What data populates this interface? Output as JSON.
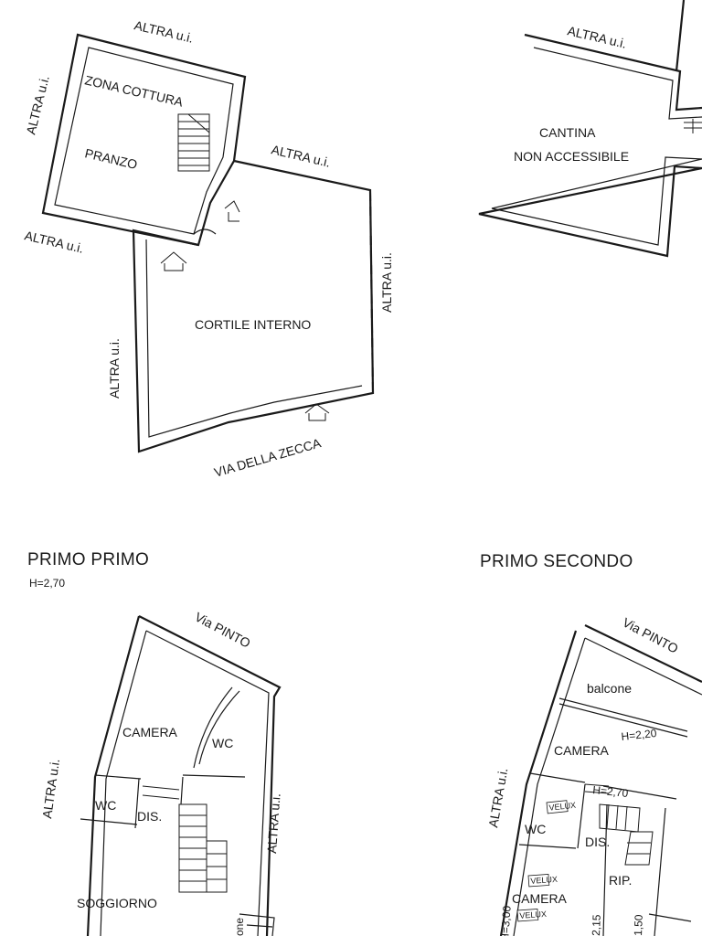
{
  "neighbor_label": "ALTRA u.i.",
  "plans": {
    "ground_left": {
      "rooms": [
        "ZONA COTTURA",
        "PRANZO",
        "CORTILE INTERNO"
      ],
      "street": "VIA DELLA ZECCA"
    },
    "ground_right": {
      "rooms": [
        "CANTINA",
        "NON ACCESSIBILE"
      ]
    },
    "primo_primo": {
      "title": "PRIMO PRIMO",
      "height": "H=2,70",
      "street": "Via PINTO",
      "rooms": [
        "CAMERA",
        "WC",
        "WC",
        "DIS.",
        "SOGGIORNO"
      ],
      "partial_label": "one"
    },
    "primo_secondo": {
      "title": "PRIMO SECONDO",
      "street": "Via PINTO",
      "rooms": [
        "balcone",
        "CAMERA",
        "WC",
        "DIS.",
        "RIP.",
        "CAMERA"
      ],
      "heights": [
        "H=2,20",
        "H=2,70",
        "H=3,00"
      ],
      "dims": [
        "2,15",
        "1,50"
      ],
      "window_tag": "VELUX"
    }
  }
}
